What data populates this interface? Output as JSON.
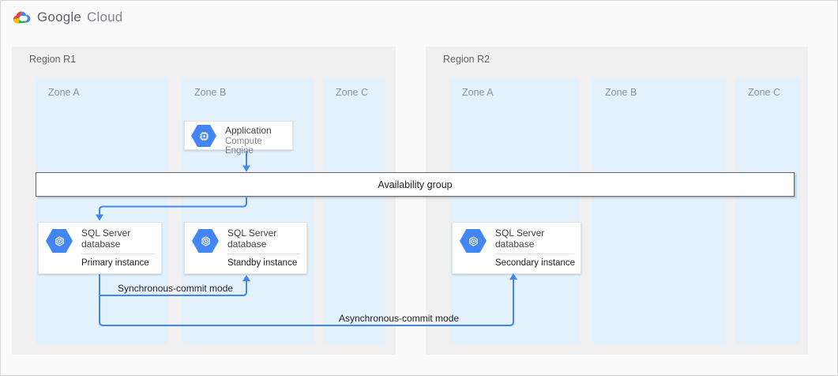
{
  "logo": {
    "brand": "Google",
    "product": "Cloud"
  },
  "regions": [
    {
      "label": "Region R1",
      "zones": [
        {
          "label": "Zone A"
        },
        {
          "label": "Zone B"
        },
        {
          "label": "Zone C"
        }
      ]
    },
    {
      "label": "Region R2",
      "zones": [
        {
          "label": "Zone A"
        },
        {
          "label": "Zone B"
        },
        {
          "label": "Zone C"
        }
      ]
    }
  ],
  "availability_group": {
    "label": "Availability group"
  },
  "cards": {
    "application": {
      "title": "Application",
      "subtitle": "Compute Engine",
      "icon": "compute-engine-icon"
    },
    "primary": {
      "title": "SQL Server database",
      "instance": "Primary instance",
      "icon": "sql-server-icon"
    },
    "standby": {
      "title": "SQL Server database",
      "instance": "Standby instance",
      "icon": "sql-server-icon"
    },
    "secondary": {
      "title": "SQL Server database",
      "instance": "Secondary instance",
      "icon": "sql-server-icon"
    }
  },
  "connections": {
    "sync": {
      "label": "Synchronous-commit mode",
      "from": "Primary instance",
      "to": "Standby instance"
    },
    "async": {
      "label": "Asynchronous-commit mode",
      "from": "Primary instance",
      "to": "Secondary instance"
    }
  },
  "colors": {
    "connector_blue": "#4285f4",
    "hexagon_blue": "#4285f4",
    "zone_fill": "#e3f1fc",
    "region_fill": "#f0f0f1",
    "bar_border": "#5f6368"
  }
}
